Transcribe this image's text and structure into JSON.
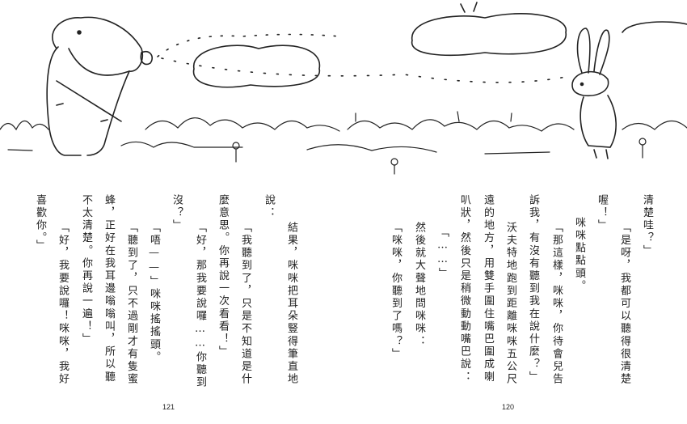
{
  "right_page": {
    "page_number": "120",
    "columns": [
      "清楚哇？」",
      "「是呀，我都可以聽得很清楚",
      "喔！」",
      "咪咪點點頭。",
      "「那這樣，咪咪，你待會兒告",
      "訴我，有沒有聽到我在說什麼？」",
      "沃夫特地跑到距離咪咪五公尺",
      "遠的地方，用雙手圍住嘴巴圍成喇",
      "叭狀，然後只是稍微動動嘴巴說：",
      "「……」",
      "然後就大聲地問咪咪：",
      "「咪咪，你聽到了嗎？」"
    ]
  },
  "left_page": {
    "page_number": "121",
    "columns": [
      "結果，咪咪把耳朵豎得筆直地",
      "說：",
      "「我聽到了，只是不知道是什",
      "麼意思。你再說一次看看！」",
      "「好，那我要說囉……你聽到",
      "沒？」",
      "「唔——」咪咪搖搖頭。",
      "「聽到了，只不過剛才有隻蜜",
      "蜂，正好在我耳邊嗡嗡叫，所以聽",
      "不太清楚。你再說一遍！」",
      "「好，我要說囉！咪咪，我好",
      "喜歡你。」"
    ]
  }
}
